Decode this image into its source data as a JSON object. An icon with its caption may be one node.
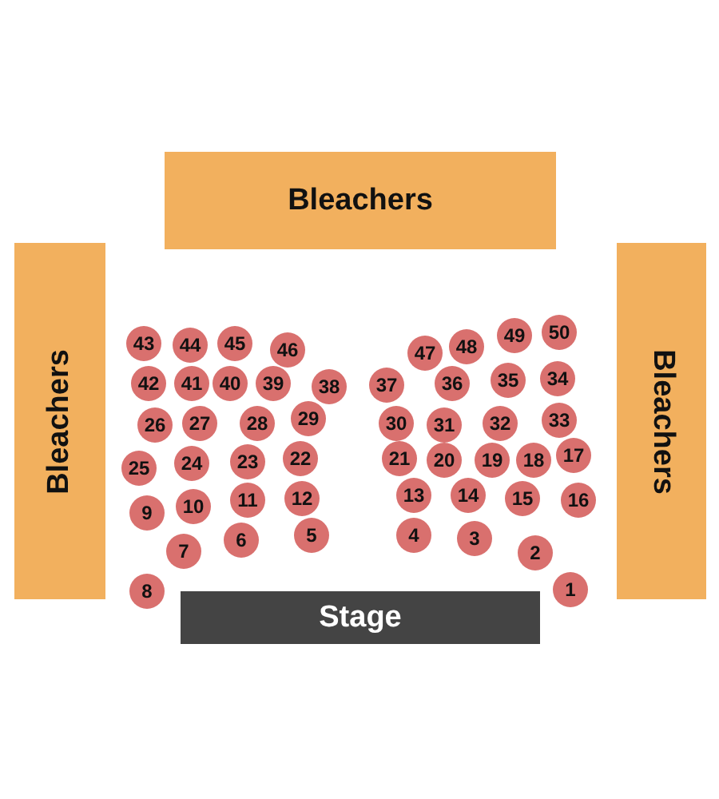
{
  "diagram": {
    "nodes": [
      {
        "text": [
          "Bleachers"
        ]
      },
      {
        "text": [
          "Bleachers"
        ]
      },
      {
        "text": [
          "Bleachers"
        ]
      },
      {
        "text": [
          "43"
        ]
      },
      {
        "text": [
          "44"
        ]
      },
      {
        "text": [
          "45"
        ]
      },
      {
        "text": [
          "46"
        ]
      },
      {
        "text": [
          "47"
        ]
      },
      {
        "text": [
          "48"
        ]
      },
      {
        "text": [
          "49"
        ]
      },
      {
        "text": [
          "50"
        ]
      },
      {
        "text": [
          "42"
        ]
      },
      {
        "text": [
          "41"
        ]
      },
      {
        "text": [
          "40"
        ]
      },
      {
        "text": [
          "39"
        ]
      },
      {
        "text": [
          "38"
        ]
      },
      {
        "text": [
          "37"
        ]
      },
      {
        "text": [
          "36"
        ]
      },
      {
        "text": [
          "35"
        ]
      },
      {
        "text": [
          "34"
        ]
      },
      {
        "text": [
          "26"
        ]
      },
      {
        "text": [
          "27"
        ]
      },
      {
        "text": [
          "28"
        ]
      },
      {
        "text": [
          "29"
        ]
      },
      {
        "text": [
          "30"
        ]
      },
      {
        "text": [
          "31"
        ]
      },
      {
        "text": [
          "32"
        ]
      },
      {
        "text": [
          "33"
        ]
      },
      {
        "text": [
          "25"
        ]
      },
      {
        "text": [
          "24"
        ]
      },
      {
        "text": [
          "23"
        ]
      },
      {
        "text": [
          "22"
        ]
      },
      {
        "text": [
          "21"
        ]
      },
      {
        "text": [
          "20"
        ]
      },
      {
        "text": [
          "19"
        ]
      },
      {
        "text": [
          "18"
        ]
      },
      {
        "text": [
          "17"
        ]
      },
      {
        "text": [
          "9"
        ]
      },
      {
        "text": [
          "10"
        ]
      },
      {
        "text": [
          "11"
        ]
      },
      {
        "text": [
          "12"
        ]
      },
      {
        "text": [
          "13"
        ]
      },
      {
        "text": [
          "14"
        ]
      },
      {
        "text": [
          "15"
        ]
      },
      {
        "text": [
          "16"
        ]
      },
      {
        "text": [
          "7"
        ]
      },
      {
        "text": [
          "6"
        ]
      },
      {
        "text": [
          "5"
        ]
      },
      {
        "text": [
          "4"
        ]
      },
      {
        "text": [
          "3"
        ]
      },
      {
        "text": [
          "2"
        ]
      },
      {
        "text": [
          "8"
        ]
      },
      {
        "text": [
          "1"
        ]
      },
      {
        "text": [
          "Stage"
        ]
      }
    ]
  }
}
